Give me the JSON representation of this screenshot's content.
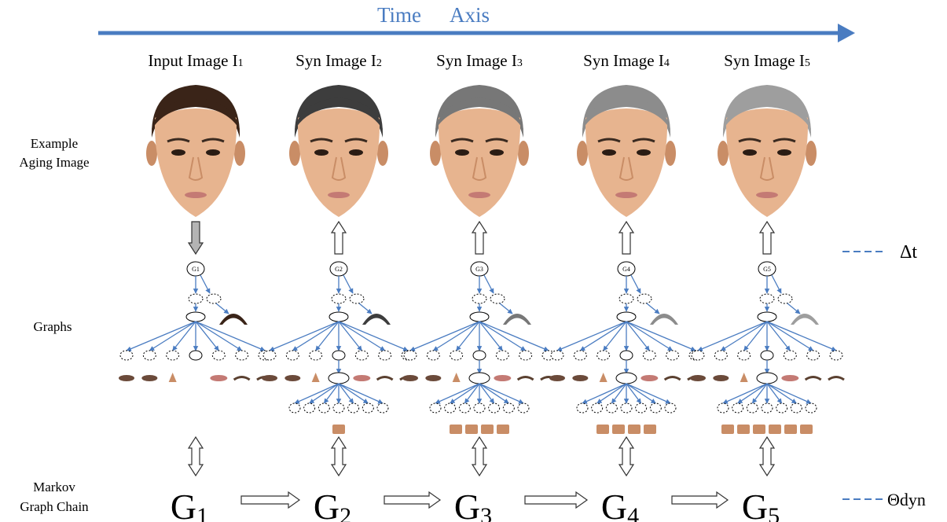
{
  "time_axis": {
    "label_left": "Time",
    "label_right": "Axis",
    "color": "#4a7cc1"
  },
  "row_labels": {
    "example_line1": "Example",
    "example_line2": "Aging Image",
    "graphs": "Graphs",
    "markov_line1": "Markov",
    "markov_line2": "Graph Chain"
  },
  "columns": [
    {
      "title": "Input Image I",
      "sub": "1",
      "graph_root": "G1",
      "chain": "G",
      "chain_sub": "1",
      "input": true,
      "bottom_parts": 0,
      "hair_shade": "#3a2418"
    },
    {
      "title": "Syn Image I",
      "sub": "2",
      "graph_root": "G2",
      "chain": "G",
      "chain_sub": "2",
      "input": false,
      "bottom_parts": 1,
      "hair_shade": "#3d3d3d"
    },
    {
      "title": "Syn Image I",
      "sub": "3",
      "graph_root": "G3",
      "chain": "G",
      "chain_sub": "3",
      "input": false,
      "bottom_parts": 4,
      "hair_shade": "#777777"
    },
    {
      "title": "Syn Image I",
      "sub": "4",
      "graph_root": "G4",
      "chain": "G",
      "chain_sub": "4",
      "input": false,
      "bottom_parts": 4,
      "hair_shade": "#8c8c8c"
    },
    {
      "title": "Syn Image I",
      "sub": "5",
      "graph_root": "G5",
      "chain": "G",
      "chain_sub": "5",
      "input": false,
      "bottom_parts": 6,
      "hair_shade": "#9e9e9e"
    }
  ],
  "legend": {
    "delta_t": "Δt",
    "theta": "Θdyn",
    "line_color": "#4a7cc1"
  },
  "colors": {
    "skin": "#e7b48f",
    "skin_shadow": "#c98d66",
    "edge": "#4a7cc1",
    "arrow_fill_input": "#b4b4b4"
  }
}
